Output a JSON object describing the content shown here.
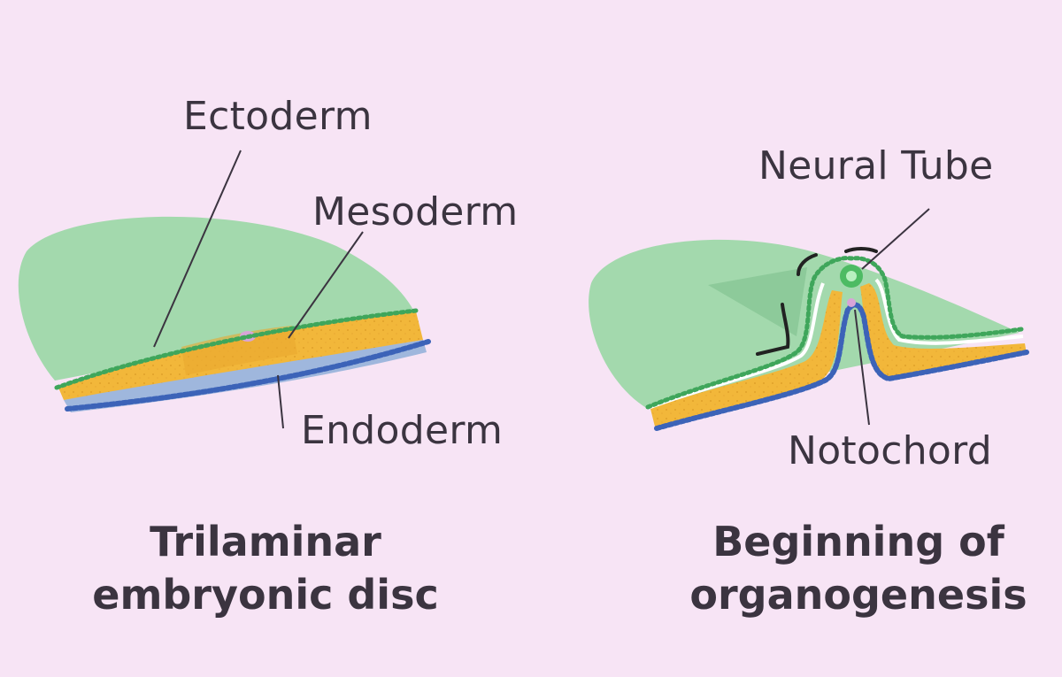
{
  "panels": [
    {
      "id": "trilaminar",
      "labels": {
        "ectoderm": "Ectoderm",
        "mesoderm": "Mesoderm",
        "endoderm": "Endoderm"
      },
      "caption": [
        "Trilaminar",
        "embryonic disc"
      ]
    },
    {
      "id": "organogenesis",
      "labels": {
        "neural_tube": "Neural Tube",
        "notochord": "Notochord"
      },
      "caption": [
        "Beginning of",
        "organogenesis"
      ]
    }
  ],
  "colors": {
    "background": "#f7e4f5",
    "amnion_green": "#a3d9ad",
    "ectoderm_green": "#3fa65b",
    "mesoderm_yellow": "#f2b73a",
    "endoderm_blue": "#3c63b8",
    "yolk_blue": "#9fb7dd",
    "text": "#3b3440"
  }
}
